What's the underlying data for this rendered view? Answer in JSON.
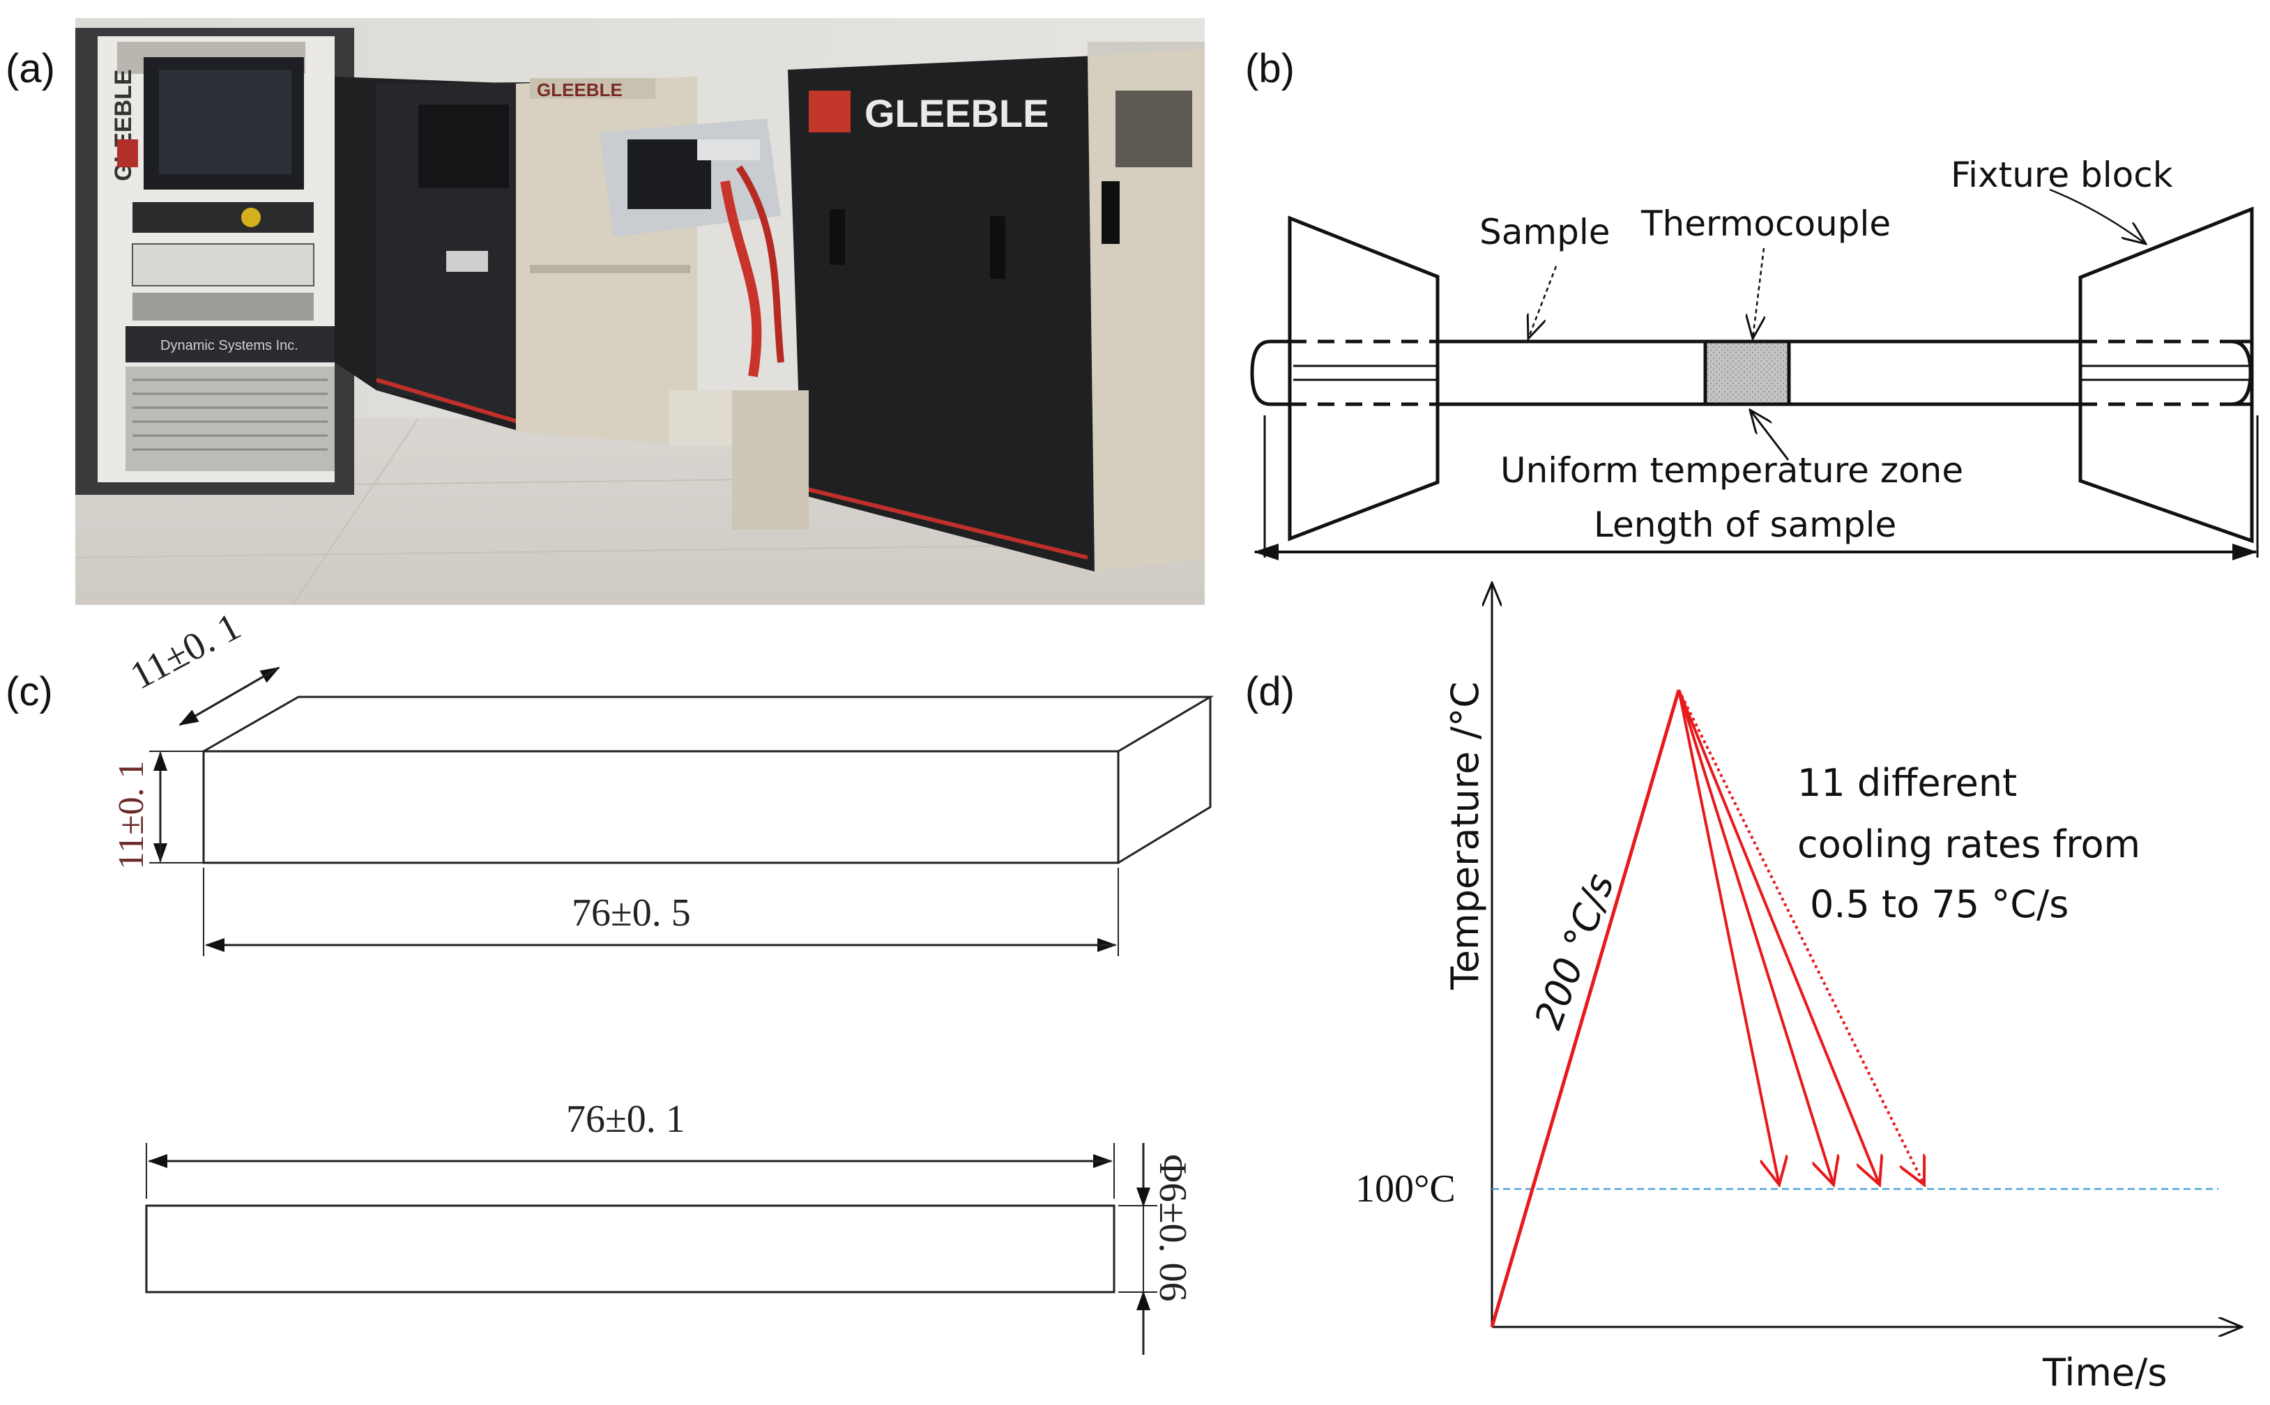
{
  "panels": {
    "a": {
      "label": "(a)",
      "photo_text": {
        "brand_main": "GLEEBLE",
        "brand_console": "GLEEBLE",
        "brand_unit": "GLEEBLE",
        "console_maker": "Dynamic Systems Inc."
      }
    },
    "b": {
      "label": "(b)",
      "sample": "Sample",
      "thermocouple": "Thermocouple",
      "fixture_block": "Fixture block",
      "uniform_zone": "Uniform temperature zone",
      "length": "Length of sample"
    },
    "c": {
      "label": "(c)",
      "width": "11±0. 1",
      "height": "11±0. 1",
      "length_top": "76±0. 5",
      "length_bottom": "76±0. 1",
      "diameter": "Φ6±0. 06"
    },
    "d": {
      "label": "(d)",
      "y_axis": "Temperature /°C",
      "x_axis": "Time/s",
      "heating_rate": "200 °C/s",
      "ref_temp": "100°C",
      "note_line1": "11 different",
      "note_line2": "cooling rates from",
      "note_line3": "0.5 to 75 °C/s",
      "colors": {
        "curve": "#e8191c",
        "reference": "#4aa3d8"
      }
    }
  }
}
